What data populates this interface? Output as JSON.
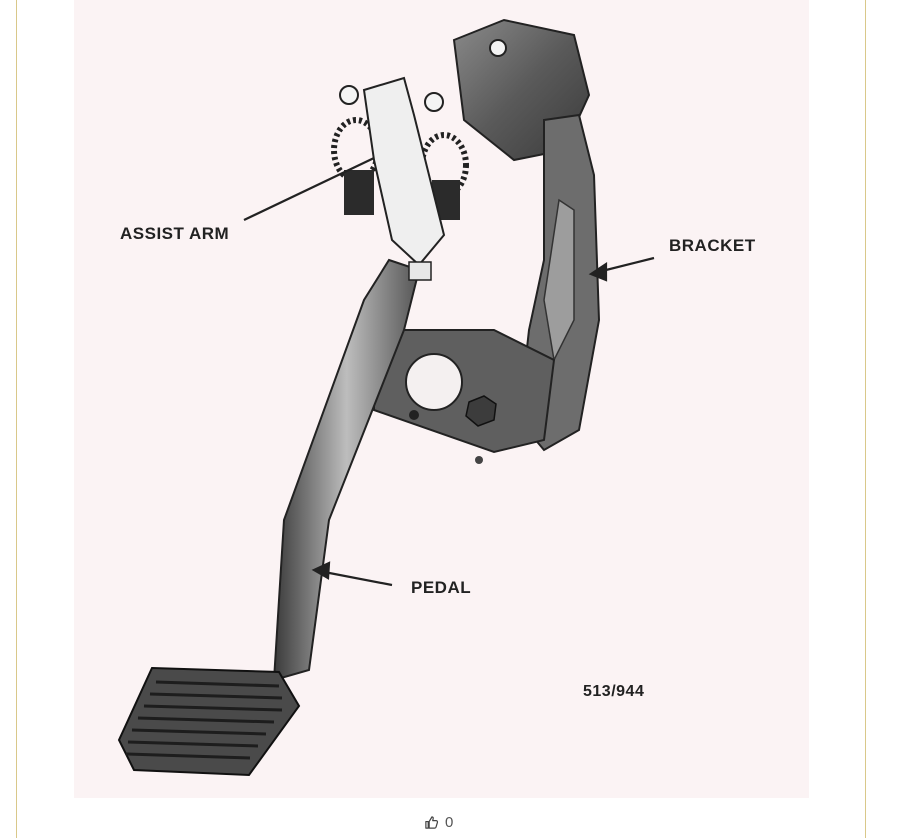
{
  "figure": {
    "callouts": {
      "assist_arm": "ASSIST ARM",
      "bracket": "BRACKET",
      "pedal": "PEDAL"
    },
    "figure_number": "513/944"
  },
  "footer": {
    "like_icon": "thumbs-up-icon",
    "like_count": "0"
  }
}
